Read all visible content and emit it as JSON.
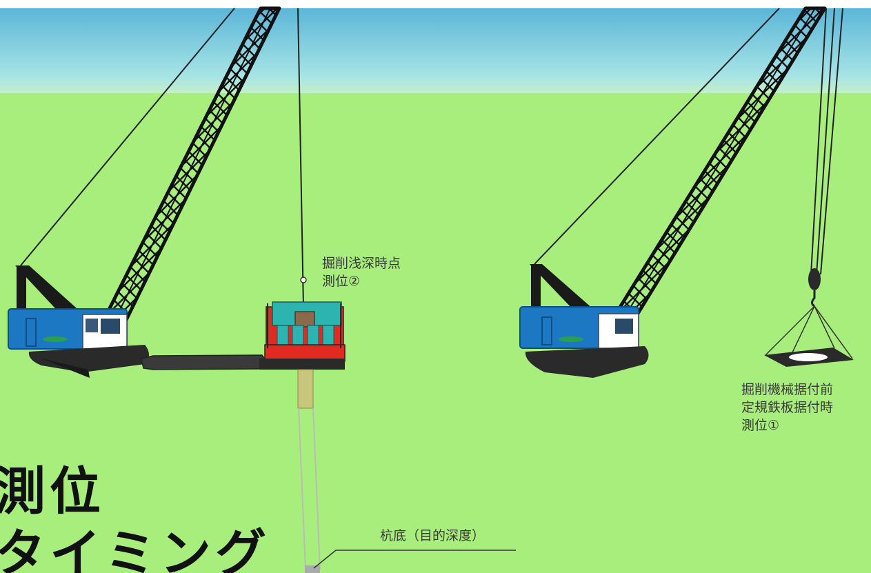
{
  "annotations": {
    "measure_point_2": {
      "line1": "掘削浅深時点",
      "line2": "測位②"
    },
    "measure_point_1": {
      "line1": "掘削機械据付前",
      "line2": "定規鉄板据付時",
      "line3": "測位①"
    },
    "pile_bottom": "杭底（目的深度）"
  },
  "title": {
    "line1": "測位",
    "line2": "タイミング"
  },
  "colors": {
    "sky": "#7cc6dc",
    "grass": "#a8ee7c",
    "crane_body": "#1d78c4",
    "boom": "#1a1a1a",
    "track": "#2a2a2a",
    "drill_red": "#e02a22",
    "drill_teal": "#2bb4b0",
    "casing": "#c8c67a"
  }
}
